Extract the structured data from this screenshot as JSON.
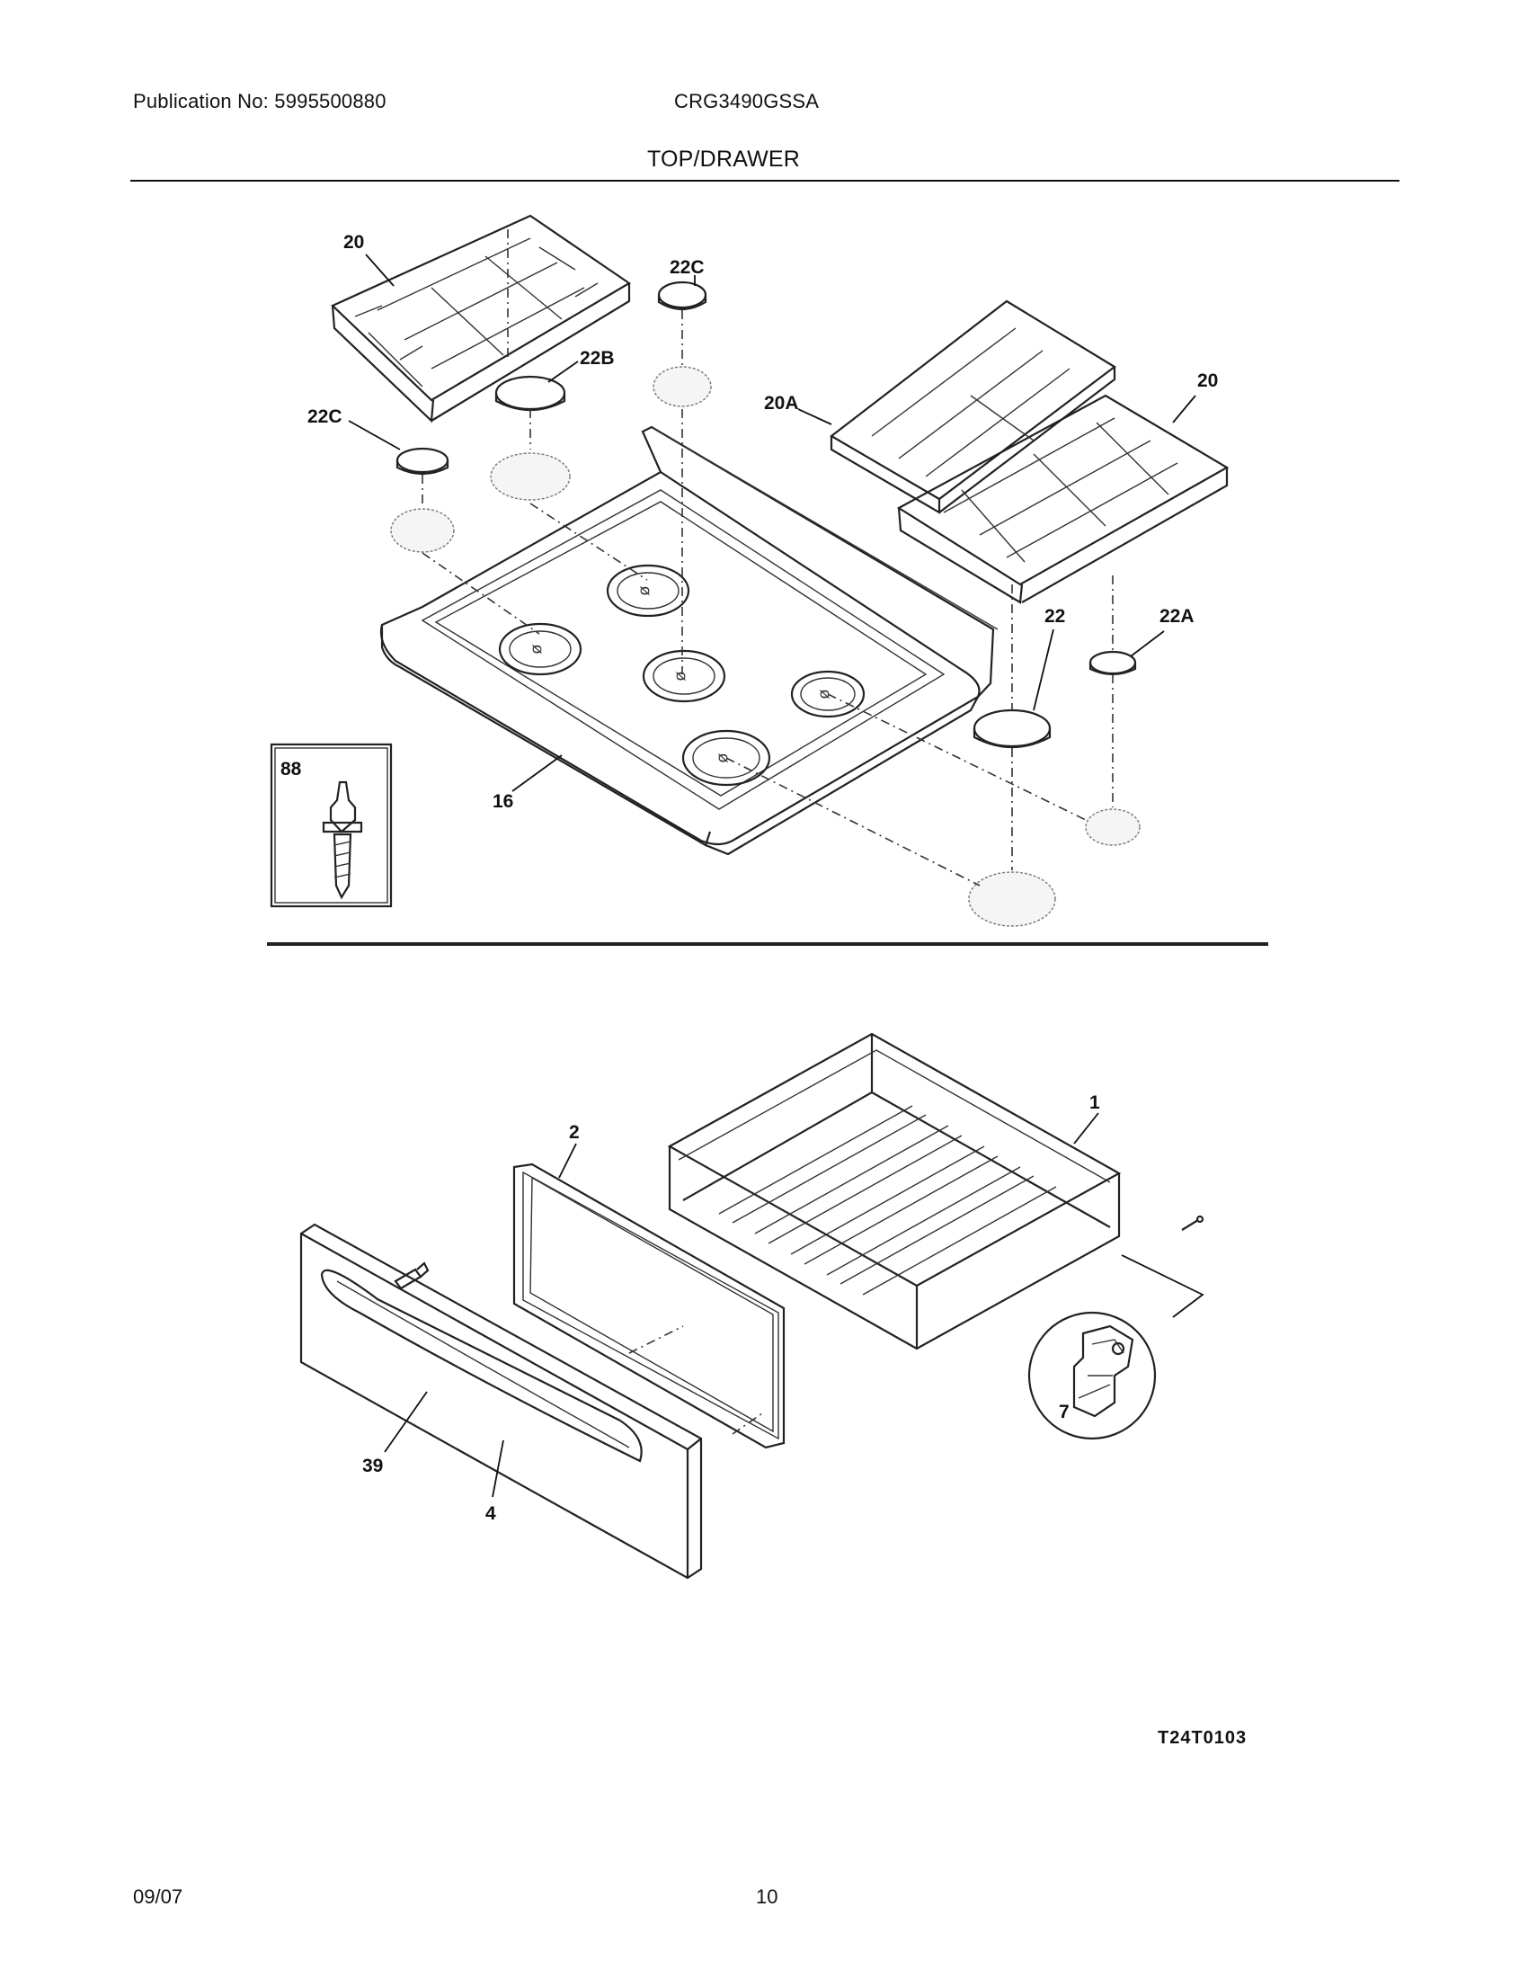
{
  "header": {
    "publication": "Publication No: 5995500880",
    "model": "CRG3490GSSA",
    "section_title": "TOP/DRAWER"
  },
  "callouts": {
    "grate_left": "20",
    "grate_right": "20",
    "grate_center": "20A",
    "cap_22c_top": "22C",
    "cap_22c_left": "22C",
    "cap_22b": "22B",
    "cap_22": "22",
    "cap_22a": "22A",
    "cooktop": "16",
    "screw_inset": "88",
    "drawer_body": "1",
    "drawer_liner": "2",
    "drawer_front": "4",
    "drawer_handle": "39",
    "drawer_clip": "7"
  },
  "diagram_code": "T24T0103",
  "footer": {
    "date": "09/07",
    "page": "10"
  }
}
